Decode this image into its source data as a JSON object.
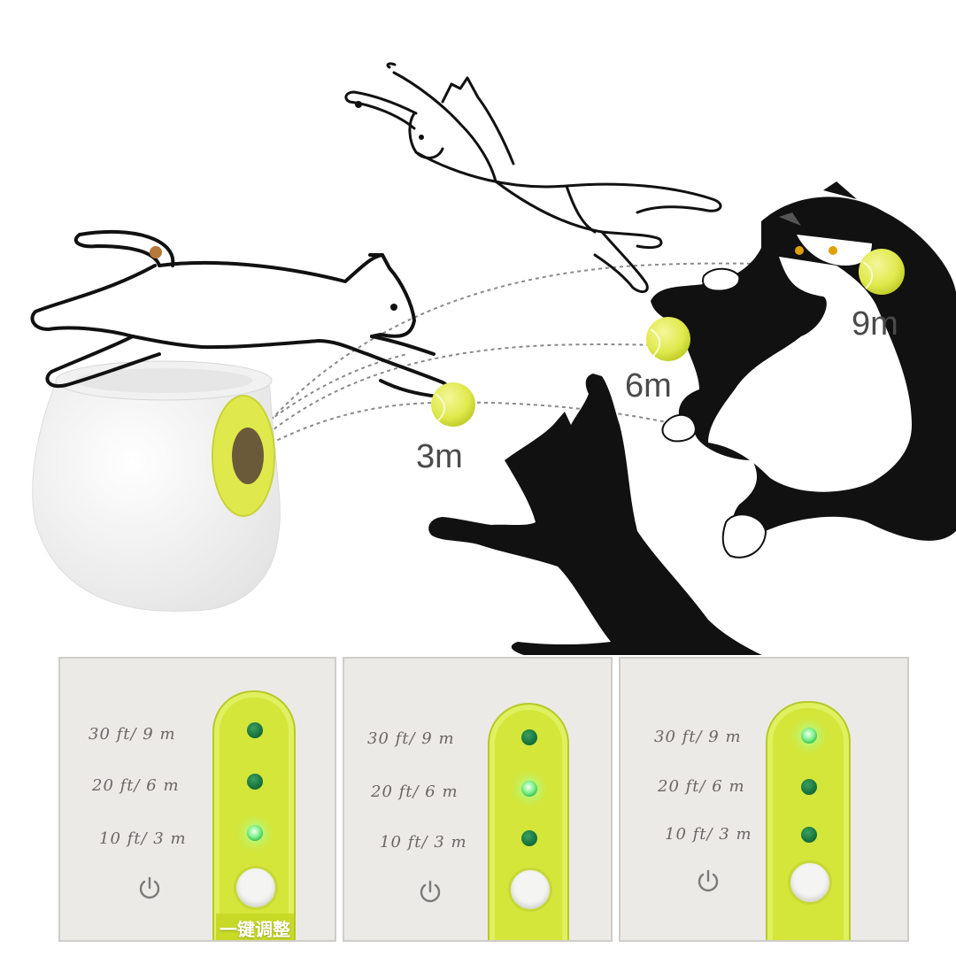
{
  "distances": {
    "short": "3m",
    "mid": "6m",
    "long": "9m"
  },
  "panels": [
    {
      "labels": [
        "30 ft/ 9 m",
        "20 ft/ 6 m",
        "10 ft/ 3 m"
      ],
      "active_led": 3,
      "tag": "一键调整"
    },
    {
      "labels": [
        "30 ft/ 9 m",
        "20 ft/ 6 m",
        "10 ft/ 3 m"
      ],
      "active_led": 2
    },
    {
      "labels": [
        "30 ft/ 9 m",
        "20 ft/ 6 m",
        "10 ft/ 3 m"
      ],
      "active_led": 1
    }
  ],
  "colors": {
    "ball": "#dfe94b",
    "panel_strip": "#d4e63a",
    "led_on": "#7ef08a",
    "cat_black": "#111111"
  },
  "icons": [
    "tennis-ball-icon",
    "power-icon"
  ]
}
